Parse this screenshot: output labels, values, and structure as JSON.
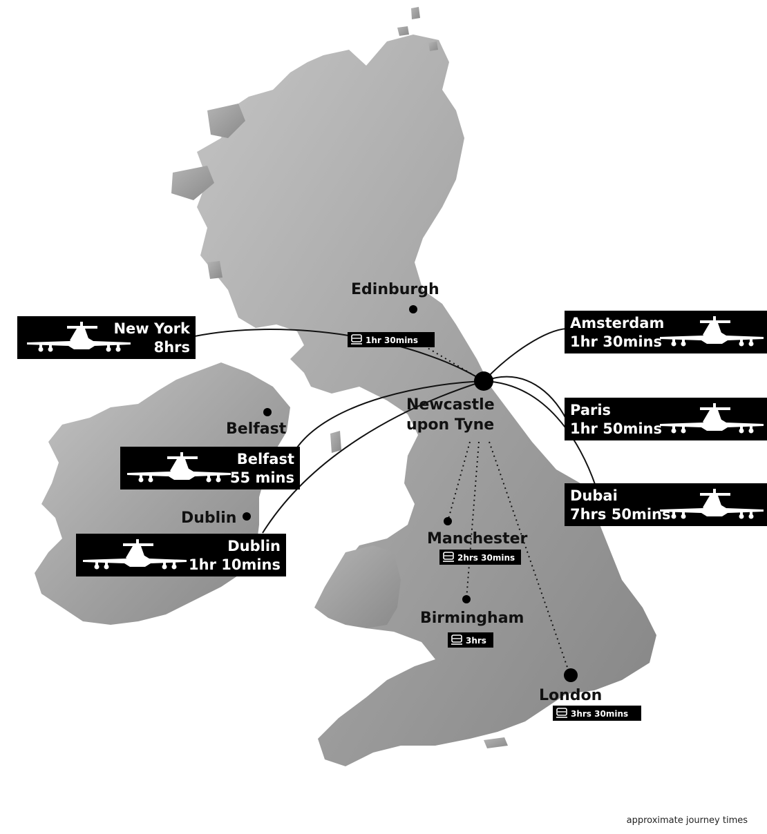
{
  "hub": {
    "name_line1": "Newcastle",
    "name_line2": "upon Tyne"
  },
  "cities": {
    "edinburgh": "Edinburgh",
    "belfast": "Belfast",
    "dublin": "Dublin",
    "manchester": "Manchester",
    "birmingham": "Birmingham",
    "london": "London"
  },
  "flights": [
    {
      "city": "New York",
      "time": "8hrs"
    },
    {
      "city": "Belfast",
      "time": "55 mins"
    },
    {
      "city": "Dublin",
      "time": "1hr 10mins"
    },
    {
      "city": "Amsterdam",
      "time": "1hr 30mins"
    },
    {
      "city": "Paris",
      "time": "1hr 50mins"
    },
    {
      "city": "Dubai",
      "time": "7hrs 50mins"
    }
  ],
  "trains": [
    {
      "city": "Edinburgh",
      "time": "1hr 30mins"
    },
    {
      "city": "Manchester",
      "time": "2hrs 30mins"
    },
    {
      "city": "Birmingham",
      "time": "3hrs"
    },
    {
      "city": "London",
      "time": "3hrs 30mins"
    }
  ],
  "footnote": "approximate journey times",
  "colors": {
    "land": "#9a9a9a",
    "land_light": "#bdbdbd",
    "box": "#000000",
    "ink": "#111111"
  },
  "icons": {
    "flight": "airplane-icon",
    "train": "train-icon"
  }
}
